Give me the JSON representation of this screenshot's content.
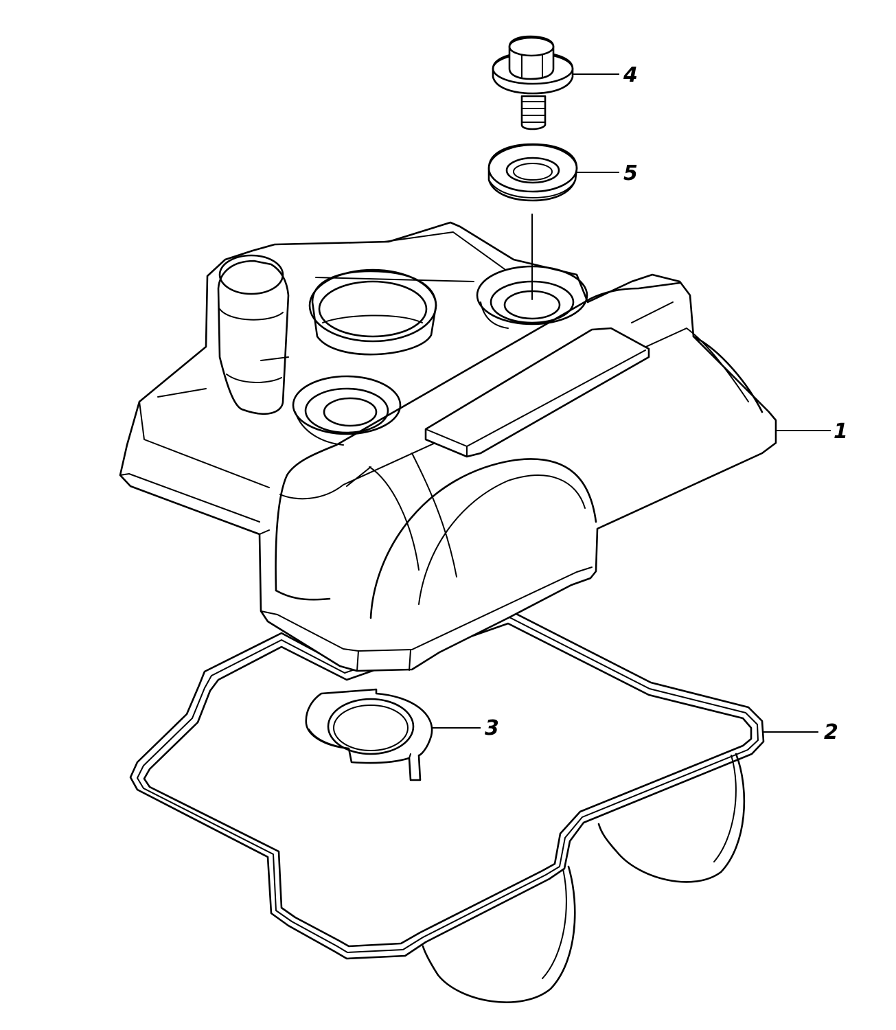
{
  "callouts": {
    "cylinder_head_cover": "1",
    "cover_gasket": "2",
    "plug_hole_gasket": "3",
    "cover_bolt": "4",
    "bolt_seal_washer": "5"
  },
  "colors": {
    "line": "#000000",
    "background": "#ffffff"
  }
}
